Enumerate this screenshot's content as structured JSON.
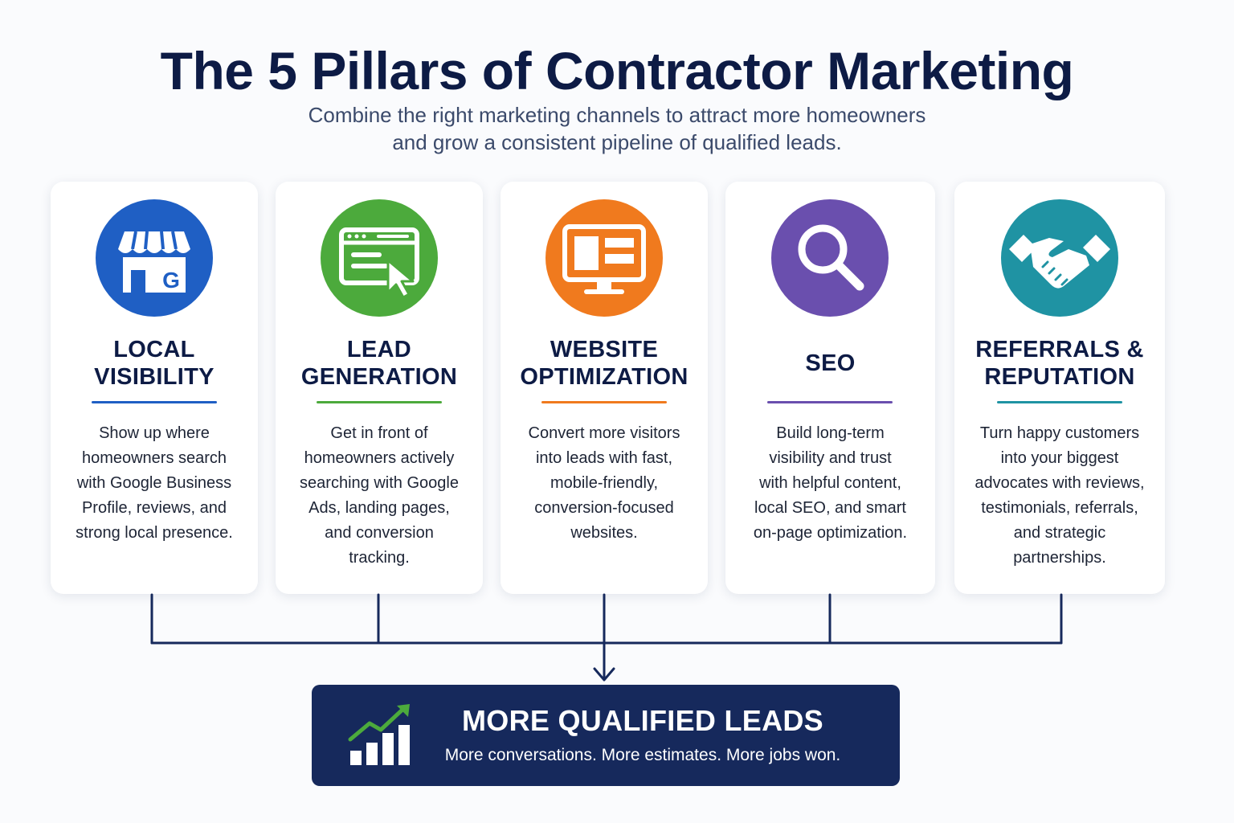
{
  "header": {
    "title": "The 5 Pillars of Contractor Marketing",
    "subtitle": "Combine the right marketing channels to attract more homeowners\nand grow a consistent pipeline of qualified leads."
  },
  "pillars": [
    {
      "title": "LOCAL\nVISIBILITY",
      "description": "Show up where\nhomeowners search\nwith Google Business\nProfile, reviews, and\nstrong local presence.",
      "icon": "storefront-g-icon",
      "icon_letter": "G",
      "color": "#1f5fc4"
    },
    {
      "title": "LEAD\nGENERATION",
      "description": "Get in front of\nhomeowners actively\nsearching with Google\nAds, landing pages,\nand conversion\ntracking.",
      "icon": "browser-cursor-icon",
      "color": "#4caa3c"
    },
    {
      "title": "WEBSITE\nOPTIMIZATION",
      "description": "Convert more visitors\ninto leads with fast,\nmobile-friendly,\nconversion-focused\nwebsites.",
      "icon": "monitor-icon",
      "color": "#f07a1e"
    },
    {
      "title": "SEO",
      "description": "Build long-term\nvisibility and trust\nwith helpful content,\nlocal SEO, and smart\non-page optimization.",
      "icon": "magnifier-icon",
      "color": "#6a4fae"
    },
    {
      "title": "REFERRALS &\nREPUTATION",
      "description": "Turn happy customers\ninto your biggest\nadvocates with reviews,\ntestimonials, referrals,\nand strategic\npartnerships.",
      "icon": "handshake-icon",
      "color": "#1f93a3"
    }
  ],
  "result": {
    "title": "MORE QUALIFIED LEADS",
    "subtitle": "More conversations. More estimates. More jobs won.",
    "icon": "growth-chart-icon",
    "arrow_color": "#4caa3c"
  },
  "colors": {
    "navy": "#0d1b45",
    "result_bg": "#16295c",
    "connector": "#16295c"
  }
}
